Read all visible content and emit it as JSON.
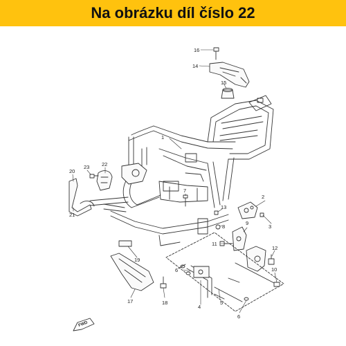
{
  "header": {
    "title": "Na obrázku díl číslo 22"
  },
  "diagram": {
    "callouts": {
      "c1": "1",
      "c2": "2",
      "c3": "3",
      "c4": "4",
      "c5": "5",
      "c6a": "6",
      "c6b": "6",
      "c7": "7",
      "c8": "8",
      "c9": "9",
      "c10": "10",
      "c11": "11",
      "c12": "12",
      "c13": "13",
      "c14": "14",
      "c15": "15",
      "c16": "16",
      "c17": "17",
      "c18": "18",
      "c19": "19",
      "c20": "20",
      "c21": "21",
      "c22": "22",
      "c23": "23"
    },
    "fwd_label": "FWD"
  }
}
